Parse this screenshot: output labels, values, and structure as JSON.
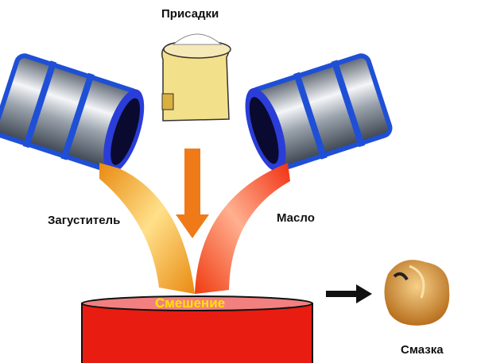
{
  "labels": {
    "additives": "Присадки",
    "thickener": "Загуститель",
    "oil": "Масло",
    "mixing": "Смешение",
    "grease": "Смазка"
  },
  "colors": {
    "barrel_blue": "#1e4fd6",
    "bag": "#f3e08a",
    "thickener_stream": "#f0a020",
    "oil_stream": "#f04a18",
    "arrow": "#f07a18",
    "mixer": "#e81c10",
    "mixer_text": "#ffe400",
    "grease": "#d99a45"
  }
}
